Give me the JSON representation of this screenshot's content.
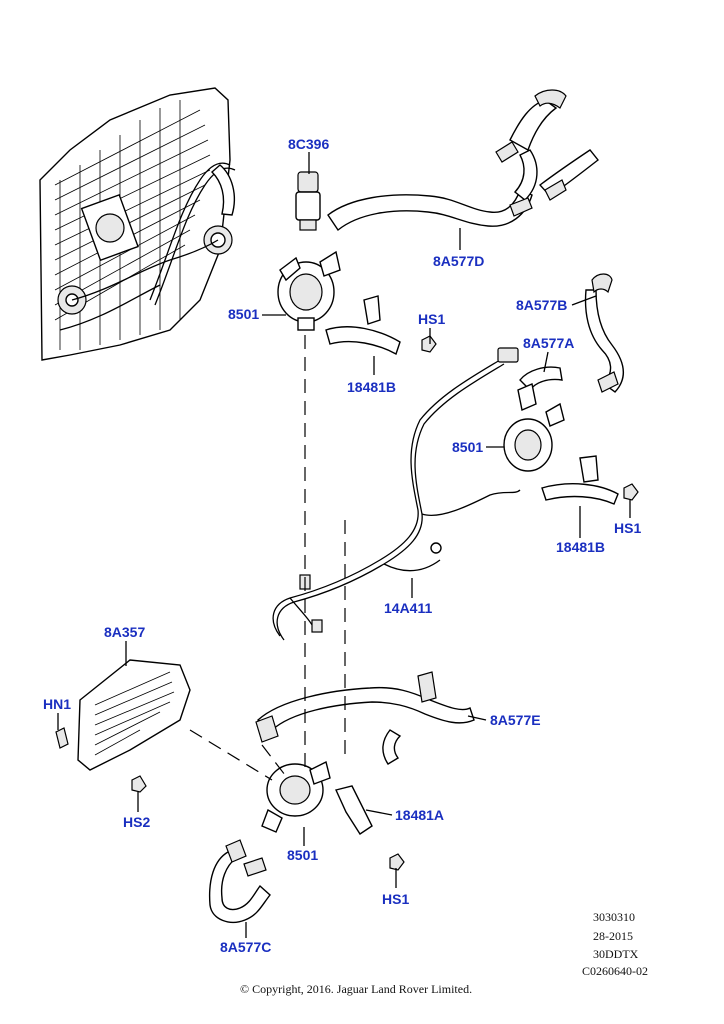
{
  "callouts": {
    "c_8C396": "8C396",
    "c_8A577D": "8A577D",
    "c_8501_top": "8501",
    "c_HS1_top": "HS1",
    "c_18481B_top": "18481B",
    "c_8A577B": "8A577B",
    "c_8A577A": "8A577A",
    "c_8501_mid": "8501",
    "c_HS1_mid": "HS1",
    "c_18481B_mid": "18481B",
    "c_14A411": "14A411",
    "c_8A357": "8A357",
    "c_HN1": "HN1",
    "c_HS2": "HS2",
    "c_8A577E": "8A577E",
    "c_18481A": "18481A",
    "c_8501_bot": "8501",
    "c_HS1_bot": "HS1",
    "c_8A577C": "8A577C"
  },
  "metadata": {
    "line1": "3030310",
    "line2": "28-2015",
    "line3": "30DDTX",
    "line4": "C0260640-02"
  },
  "copyright": "© Copyright, 2016. Jaguar Land Rover Limited."
}
